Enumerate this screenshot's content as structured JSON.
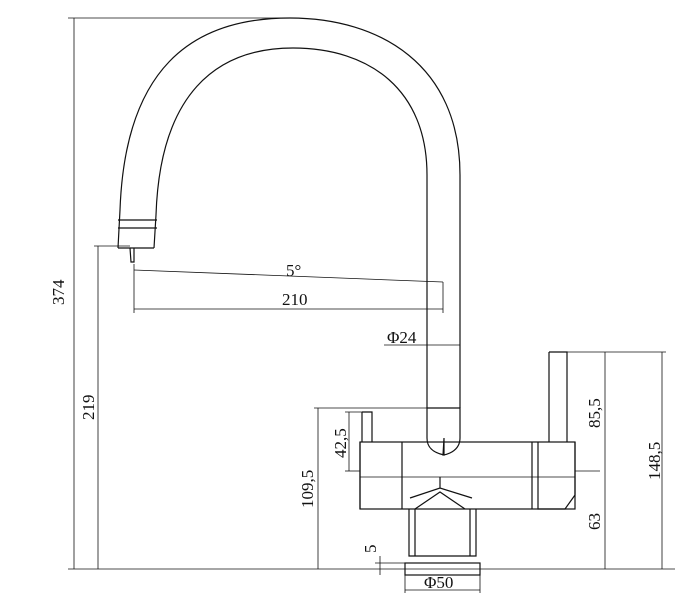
{
  "dimensions": {
    "total_height": "374",
    "spout_height": "219",
    "angle": "5°",
    "reach": "210",
    "spout_diameter": "Φ24",
    "lever_top": "85,5",
    "body_height": "148,5",
    "lever_right": "63",
    "left_lever": "42,5",
    "body_left": "109,5",
    "base_offset": "5",
    "base_diameter": "Φ50"
  }
}
